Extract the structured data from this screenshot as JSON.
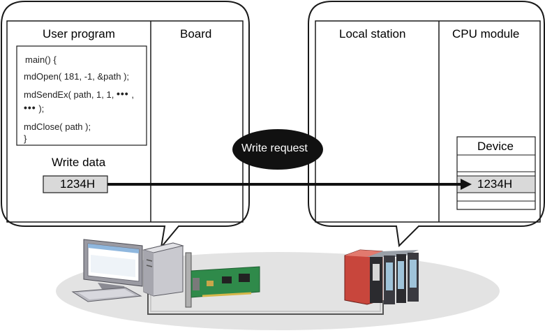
{
  "left_panel": {
    "user_program_title": "User program",
    "board_title": "Board",
    "code": {
      "line1": "main() {",
      "line2": "mdOpen( 181, -1, &path );",
      "line3_prefix": "mdSendEx( path, 1, 1,",
      "line3_suffix": ",",
      "line4_suffix": ");",
      "line5": "mdClose( path );",
      "line6": "}",
      "ellipsis": "•••"
    },
    "write_data_label": "Write data",
    "write_data_value": "1234H"
  },
  "right_panel": {
    "local_station_title": "Local station",
    "cpu_module_title": "CPU module",
    "device_header": "Device",
    "device_value": "1234H"
  },
  "request_label": "Write request",
  "colors": {
    "panel_border": "#1a1a1a",
    "value_fill": "#d9d9d9",
    "pill_fill": "#111111",
    "ground_fill": "#e3e3e3",
    "plc_red": "#c8463c",
    "card_green": "#2f8a4a"
  }
}
